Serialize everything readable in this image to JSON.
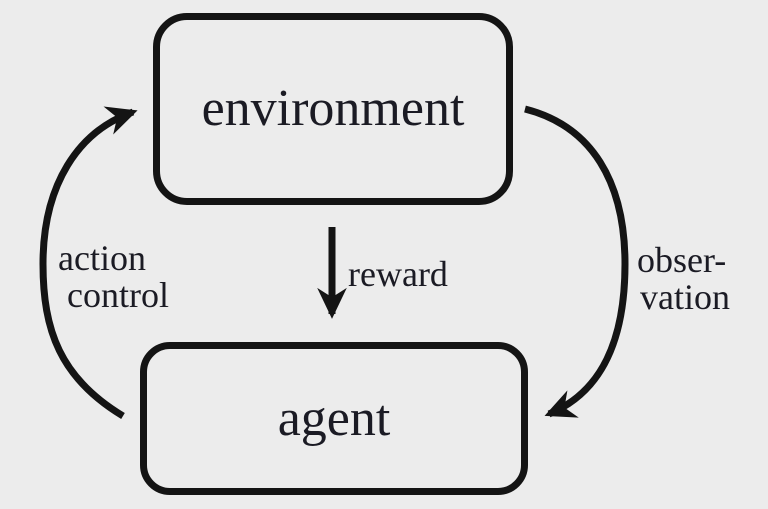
{
  "diagram": {
    "type": "reinforcement-learning-loop",
    "background_color": "#ececec",
    "stroke_color": "#141414",
    "text_color": "#1b1b24",
    "nodes": {
      "environment": {
        "label": "environment"
      },
      "agent": {
        "label": "agent"
      }
    },
    "edges": {
      "action": {
        "from": "agent",
        "to": "environment",
        "label_line1": "action",
        "label_line2": "control"
      },
      "reward": {
        "from": "environment",
        "to": "agent",
        "label": "reward"
      },
      "observation": {
        "from": "environment",
        "to": "agent",
        "label_line1": "obser-",
        "label_line2": "vation"
      }
    }
  }
}
